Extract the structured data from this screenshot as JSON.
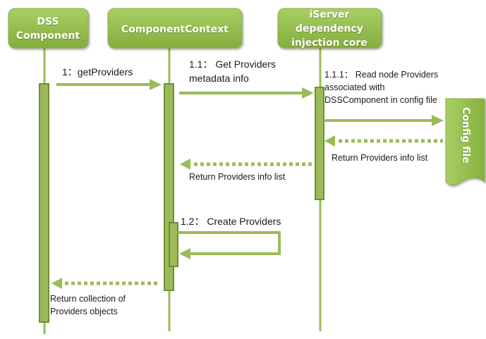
{
  "diagram": {
    "type": "sequence",
    "colors": {
      "box_top": "#a6cc62",
      "box_bottom": "#86b03e",
      "box_border": "#8aae4a",
      "line": "#9bbb59",
      "activation_fill": "#9bbb59",
      "activation_border": "#6f8f33",
      "text_light": "#ffffff",
      "text_dark": "#1a1a1a"
    },
    "participants": [
      {
        "id": "dss",
        "label_lines": [
          "DSS",
          "Component"
        ]
      },
      {
        "id": "ctx",
        "label_lines": [
          "ComponentContext"
        ]
      },
      {
        "id": "core",
        "label_lines": [
          "iServer",
          "dependency",
          "injection core"
        ]
      }
    ],
    "config_file": {
      "label": "Config file"
    },
    "messages": [
      {
        "id": "m1",
        "from": "dss",
        "to": "ctx",
        "style": "solid",
        "label_lines": [
          "1：getProviders"
        ]
      },
      {
        "id": "m1_1",
        "from": "ctx",
        "to": "core",
        "style": "solid",
        "label_lines": [
          "1.1：  Get Providers",
          "metadata info"
        ]
      },
      {
        "id": "m1_1_1",
        "from": "core",
        "to": "config",
        "style": "solid",
        "label_lines": [
          "1.1.1：  Read node Providers",
          "associated with",
          "DSSComponent  in config file"
        ]
      },
      {
        "id": "r1_1_1",
        "from": "config",
        "to": "core",
        "style": "dotted",
        "label_lines": [
          "Return Providers info list"
        ]
      },
      {
        "id": "r1_1",
        "from": "core",
        "to": "ctx",
        "style": "dotted",
        "label_lines": [
          "Return Providers info list"
        ]
      },
      {
        "id": "m1_2",
        "from": "ctx",
        "to": "ctx",
        "style": "self",
        "label_lines": [
          "1.2：  Create Providers"
        ]
      },
      {
        "id": "r1",
        "from": "ctx",
        "to": "dss",
        "style": "dotted",
        "label_lines": [
          "Return collection of",
          "Providers objects"
        ]
      }
    ]
  }
}
